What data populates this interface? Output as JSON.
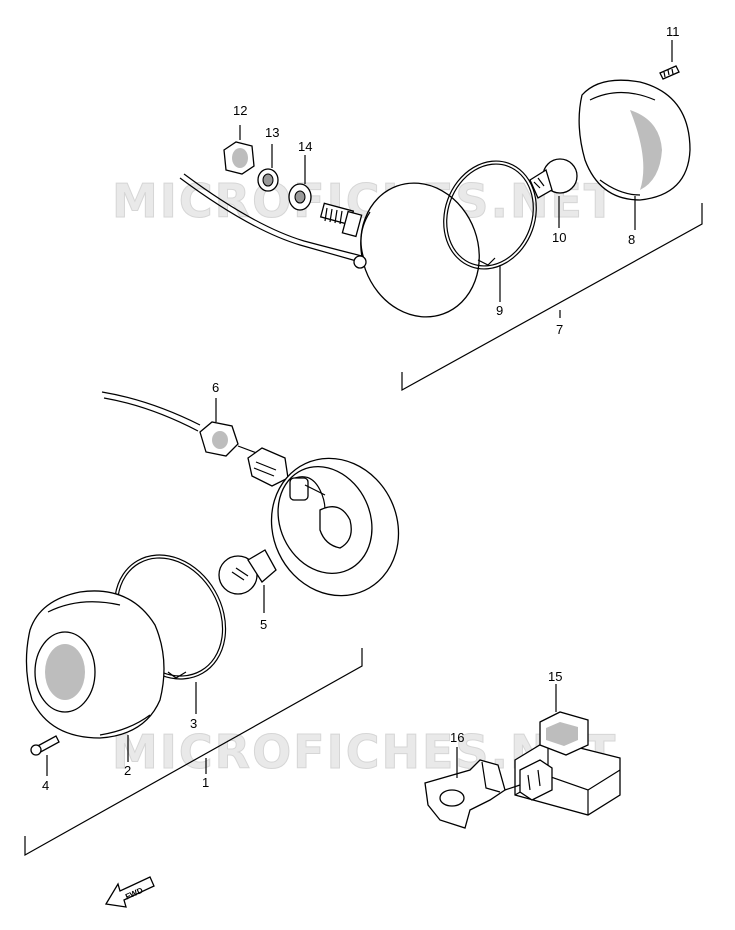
{
  "watermark": {
    "top": "MICROFICHES.NET",
    "bottom": "MICROFICHES.NET"
  },
  "callouts": {
    "c1": "1",
    "c2": "2",
    "c3": "3",
    "c4": "4",
    "c5": "5",
    "c6": "6",
    "c7": "7",
    "c8": "8",
    "c9": "9",
    "c10": "10",
    "c11": "11",
    "c12": "12",
    "c13": "13",
    "c14": "14",
    "c15": "15",
    "c16": "16"
  },
  "fwd_label": "FWD"
}
